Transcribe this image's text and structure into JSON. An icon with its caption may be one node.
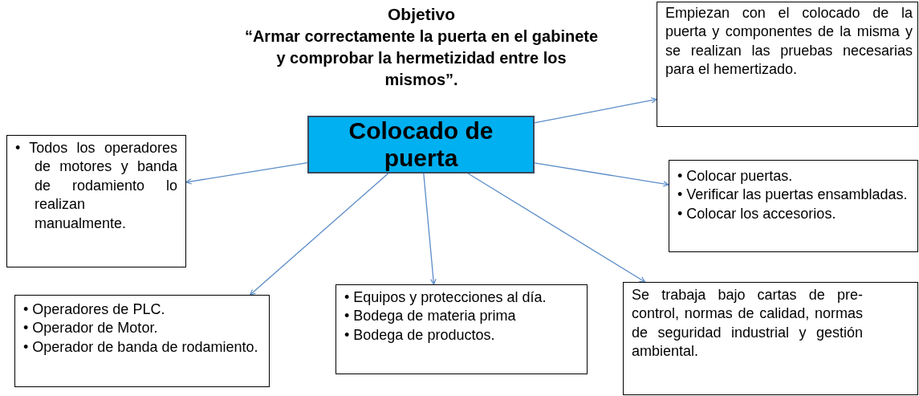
{
  "diagram": {
    "title": "Objetivo",
    "labels": [
      "“Armar correctamente la puerta en el gabinete y comprobar la hermetizidad entre los mismos”."
    ],
    "nodes": [
      {
        "text": [
          "Colocado de puerta"
        ]
      },
      {
        "text": [
          "Empiezan con el colocado de la puerta y componentes de la misma y se realizan las pruebas necesarias para el hemertizado."
        ]
      },
      {
        "text": [
          "• Colocar puertas.",
          "• Verificar las puertas ensambladas.",
          "• Colocar los accesorios."
        ]
      },
      {
        "text": [
          "• Todos los operadores de motores y banda de rodamiento lo realizan manualmente."
        ]
      },
      {
        "text": [
          "• Operadores de PLC.",
          "• Operador de Motor.",
          "• Operador de banda de rodamiento."
        ]
      },
      {
        "text": [
          "• Equipos y protecciones al día.",
          "• Bodega de materia prima",
          "• Bodega de productos."
        ]
      },
      {
        "text": [
          "Se trabaja bajo cartas de pre-control, normas de calidad, normas de seguridad industrial y gestión ambiental."
        ]
      }
    ],
    "edges": [
      {
        "from": 0,
        "to": 1,
        "arrow": "to"
      },
      {
        "from": 0,
        "to": 2,
        "arrow": "to"
      },
      {
        "from": 0,
        "to": 3,
        "arrow": "to"
      },
      {
        "from": 0,
        "to": 4,
        "arrow": "to"
      },
      {
        "from": 0,
        "to": 5,
        "arrow": "to"
      },
      {
        "from": 0,
        "to": 6,
        "arrow": "to"
      }
    ]
  }
}
